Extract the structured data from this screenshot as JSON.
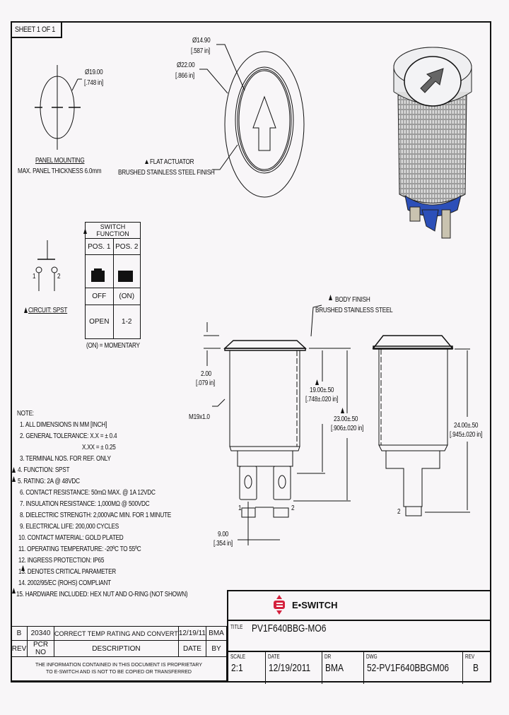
{
  "sheet": {
    "label": "SHEET 1 OF 1"
  },
  "panel_mounting": {
    "dia": "Ø19.00",
    "dia_in": "[.748 in]",
    "title": "PANEL MOUNTING",
    "thickness": "MAX. PANEL THICKNESS 6.0mm"
  },
  "top_view": {
    "dia_inner": "Ø14.90",
    "dia_inner_in": "[.587 in]",
    "dia_outer": "Ø22.00",
    "dia_outer_in": "[.866 in]",
    "actuator_note_1": "FLAT ACTUATOR",
    "actuator_note_2": "BRUSHED STAINLESS STEEL FINISH"
  },
  "circuit": {
    "label": "CIRCUIT: SPST",
    "pin1": "1",
    "pin2": "2"
  },
  "switch_function": {
    "title": "SWITCH FUNCTION",
    "headers": [
      "POS. 1",
      "POS. 2"
    ],
    "states": [
      "OFF",
      "(ON)"
    ],
    "contacts": [
      "OPEN",
      "1-2"
    ],
    "footnote": "(ON) = MOMENTARY"
  },
  "notes": {
    "title": "NOTE:",
    "items": [
      {
        "text": "1. ALL DIMENSIONS IN MM [INCH]",
        "critical": false
      },
      {
        "text": "2. GENERAL TOLERANCE: X.X = ± 0.4",
        "critical": false
      },
      {
        "text": "X.XX = ± 0.25",
        "critical": false
      },
      {
        "text": "3. TERMINAL NOS. FOR REF. ONLY",
        "critical": false
      },
      {
        "text": "4. FUNCTION: SPST",
        "critical": true
      },
      {
        "text": "5. RATING: 2A @ 48VDC",
        "critical": true
      },
      {
        "text": "6. CONTACT RESISTANCE: 50mΩ MAX. @ 1A 12VDC",
        "critical": false
      },
      {
        "text": "7. INSULATION RESISTANCE: 1,000MΩ @ 500VDC",
        "critical": false
      },
      {
        "text": "8. DIELECTRIC STRENGTH: 2,000VAC MIN. FOR 1 MINUTE",
        "critical": false
      },
      {
        "text": "9. ELECTRICAL LIFE: 200,000 CYCLES",
        "critical": false
      },
      {
        "text": "10. CONTACT MATERIAL: GOLD PLATED",
        "critical": false
      },
      {
        "text": "11. OPERATING TEMPERATURE: -20ºC TO 55ºC",
        "critical": false
      },
      {
        "text": "12. INGRESS PROTECTION: IP65",
        "critical": false
      },
      {
        "text": "13. DENOTES CRITICAL PARAMETER",
        "critical": false
      },
      {
        "text": "14. 2002/95/EC (ROHS) COMPLIANT",
        "critical": false
      },
      {
        "text": "15. HARDWARE INCLUDED: HEX NUT AND O-RING (NOT SHOWN)",
        "critical": true
      }
    ]
  },
  "side_view": {
    "body_finish_1": "BODY FINISH",
    "body_finish_2": "BRUSHED STAINLESS STEEL",
    "bezel_h": "2.00",
    "bezel_h_in": "[.079 in]",
    "thread": "M19x1.0",
    "body_h": "19.00±.50",
    "body_h_in": "[.748±.020 in]",
    "total_h": "23.00±.50",
    "total_h_in": "[.906±.020 in]",
    "pitch": "9.00",
    "pitch_in": "[.354 in]",
    "pin1": "1",
    "pin2": "2"
  },
  "end_view": {
    "total_h": "24.00±.50",
    "total_h_in": "[.945±.020 in]",
    "pin2": "2"
  },
  "revision_table": {
    "row": {
      "rev": "B",
      "pcr": "20340",
      "desc": "CORRECT TEMP RATING AND CONVERT",
      "date": "12/19/11",
      "by": "BMA"
    },
    "headers": {
      "rev": "REV",
      "pcr": "PCR NO",
      "desc": "DESCRIPTION",
      "date": "DATE",
      "by": "BY"
    },
    "proprietary_1": "THE INFORMATION CONTAINED IN THIS DOCUMENT IS PROPRIETARY",
    "proprietary_2": "TO E-SWITCH AND IS NOT TO BE COPIED OR TRANSFERRED"
  },
  "title_block": {
    "brand": "E•SWITCH",
    "brand_color": "#d4213d",
    "title_label": "TITLE",
    "title": "PV1F640BBG-MO6",
    "scale_label": "SCALE",
    "scale": "2:1",
    "date_label": "DATE",
    "date": "12/19/2011",
    "dr_label": "DR",
    "dr": "BMA",
    "dwg_label": "DWG",
    "dwg": "52-PV1F640BBGM06",
    "rev_label": "REV",
    "rev": "B"
  }
}
